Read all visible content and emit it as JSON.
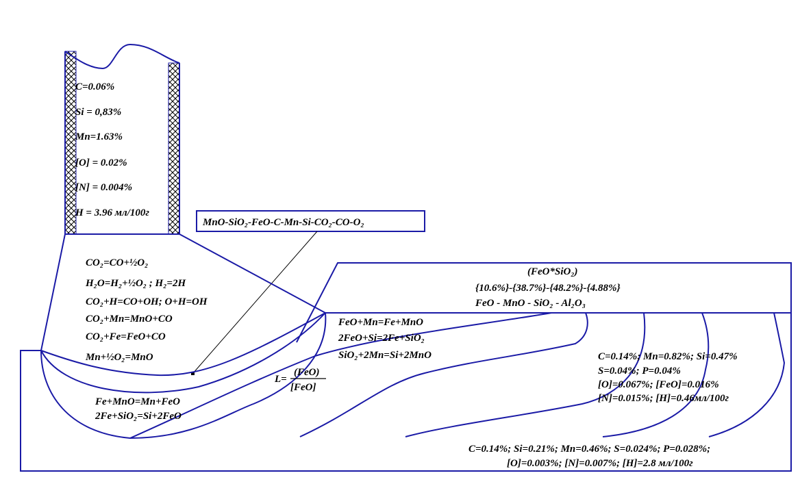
{
  "electrode": {
    "lines": [
      "C=0.06%",
      "Si = 0,83%",
      "Mn=1.63%",
      "[O] = 0.02%",
      "[N] = 0.004%",
      "H = 3.96 мл/100г"
    ]
  },
  "system_label": "MnO-SiO₂-FeO-C-Mn-Si-CO₂-CO-O₂",
  "gas_reactions": [
    "CO₂=CO+½O₂",
    "H₂O=H₂+½O₂ ; H₂=2H",
    "CO₂+H=CO+OH; O+H=OH",
    "CO₂+Mn=MnO+CO",
    "CO₂+Fe=FeO+CO",
    "Mn+½O₂=MnO"
  ],
  "slag": {
    "title": "(FeO*SiO₂)",
    "percentages": "{10.6%}-{38.7%}-{48.2%}-{4.88%}",
    "components": "FeO - MnO - SiO₂ - Al₂O₃"
  },
  "slag_metal_reactions": [
    "FeO+Mn=Fe+MnO",
    "2FeO+Si=2Fe+SiO₂",
    "SiO₂+2Mn=Si+2MnO"
  ],
  "distribution": {
    "prefix": "L=",
    "numerator": "(FeO)",
    "denominator": "[FeO]"
  },
  "pool_reactions": [
    "Fe+MnO=Mn+FeO",
    "2Fe+SiO₂=Si+2FeO"
  ],
  "weld_composition": [
    "C=0.14%; Mn=0.82%; Si=0.47%",
    "S=0.04%; P=0.04%",
    "[O]=0.067%; [FeO]=0.016%",
    "[N]=0.015%; [H]=0.46мл/100г"
  ],
  "base_metal": [
    "C=0.14%; Si=0.21%; Mn=0.46%; S=0.024%; P=0.028%;",
    "[O]=0.003%; [N]=0.007%; [H]=2.8 мл/100г"
  ],
  "colors": {
    "outline": "#1a1aa6",
    "text": "#000000",
    "background": "#ffffff"
  }
}
